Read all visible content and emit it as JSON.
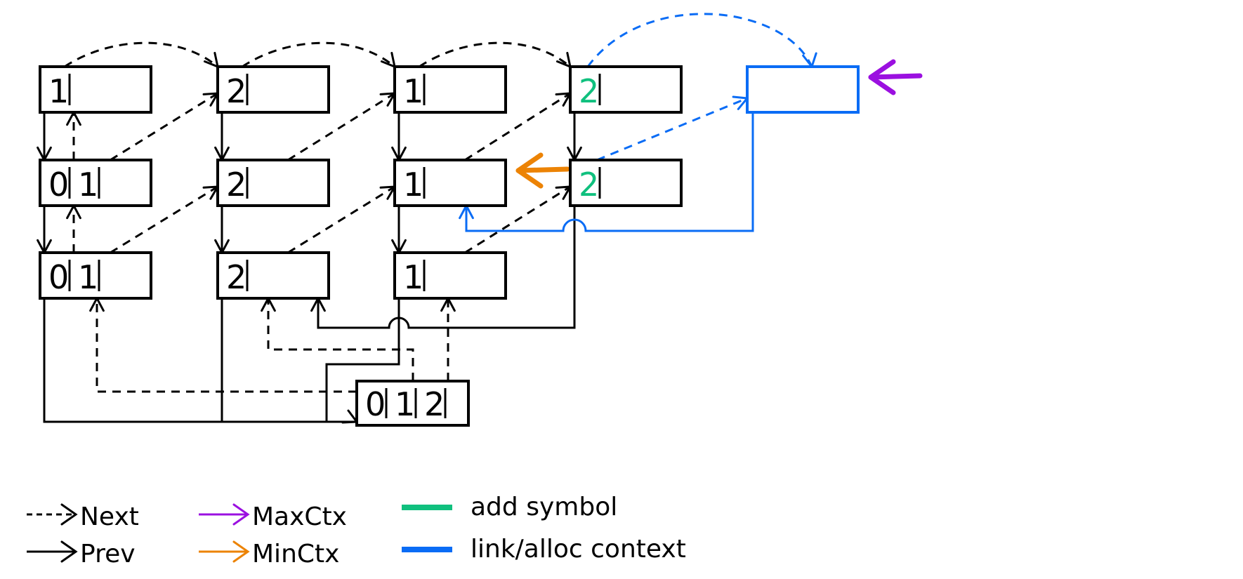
{
  "diagram": {
    "colors": {
      "default": "#000000",
      "add_symbol": "#10c07e",
      "link_alloc": "#0a6cf5",
      "max_ctx": "#9b10e0",
      "min_ctx": "#ec8305"
    },
    "nodes": [
      {
        "id": "c1r1",
        "col": 1,
        "row": 1,
        "cells": [
          "1"
        ],
        "symbol_color": "default"
      },
      {
        "id": "c1r2",
        "col": 1,
        "row": 2,
        "cells": [
          "0",
          "1"
        ],
        "symbol_color": "default"
      },
      {
        "id": "c1r3",
        "col": 1,
        "row": 3,
        "cells": [
          "0",
          "1"
        ],
        "symbol_color": "default"
      },
      {
        "id": "c2r1",
        "col": 2,
        "row": 1,
        "cells": [
          "2"
        ],
        "symbol_color": "default"
      },
      {
        "id": "c2r2",
        "col": 2,
        "row": 2,
        "cells": [
          "2"
        ],
        "symbol_color": "default"
      },
      {
        "id": "c2r3",
        "col": 2,
        "row": 3,
        "cells": [
          "2"
        ],
        "symbol_color": "default"
      },
      {
        "id": "c3r1",
        "col": 3,
        "row": 1,
        "cells": [
          "1"
        ],
        "symbol_color": "default"
      },
      {
        "id": "c3r2",
        "col": 3,
        "row": 2,
        "cells": [
          "1"
        ],
        "symbol_color": "default"
      },
      {
        "id": "c3r3",
        "col": 3,
        "row": 3,
        "cells": [
          "1"
        ],
        "symbol_color": "default"
      },
      {
        "id": "c4r1",
        "col": 4,
        "row": 1,
        "cells": [
          "2"
        ],
        "symbol_color": "add_symbol"
      },
      {
        "id": "c4r2",
        "col": 4,
        "row": 2,
        "cells": [
          "2"
        ],
        "symbol_color": "add_symbol"
      },
      {
        "id": "root",
        "col": 0,
        "row": 0,
        "cells": [
          "0",
          "1",
          "2"
        ],
        "symbol_color": "default"
      },
      {
        "id": "newctx",
        "col": 5,
        "row": 1,
        "cells": [],
        "symbol_color": "link_alloc"
      }
    ],
    "pointers": {
      "max_ctx": "newctx",
      "min_ctx": "c3r2"
    }
  },
  "legend": {
    "items": [
      {
        "key": "next",
        "label": "Next",
        "style": "dashed-arrow",
        "color": "default"
      },
      {
        "key": "prev",
        "label": "Prev",
        "style": "solid-arrow",
        "color": "default"
      },
      {
        "key": "max_ctx",
        "label": "MaxCtx",
        "style": "solid-arrow",
        "color": "max_ctx"
      },
      {
        "key": "min_ctx",
        "label": "MinCtx",
        "style": "solid-arrow",
        "color": "min_ctx"
      },
      {
        "key": "add_symbol",
        "label": "add symbol",
        "style": "bar",
        "color": "add_symbol"
      },
      {
        "key": "link_alloc",
        "label": "link/alloc context",
        "style": "bar",
        "color": "link_alloc"
      }
    ]
  }
}
